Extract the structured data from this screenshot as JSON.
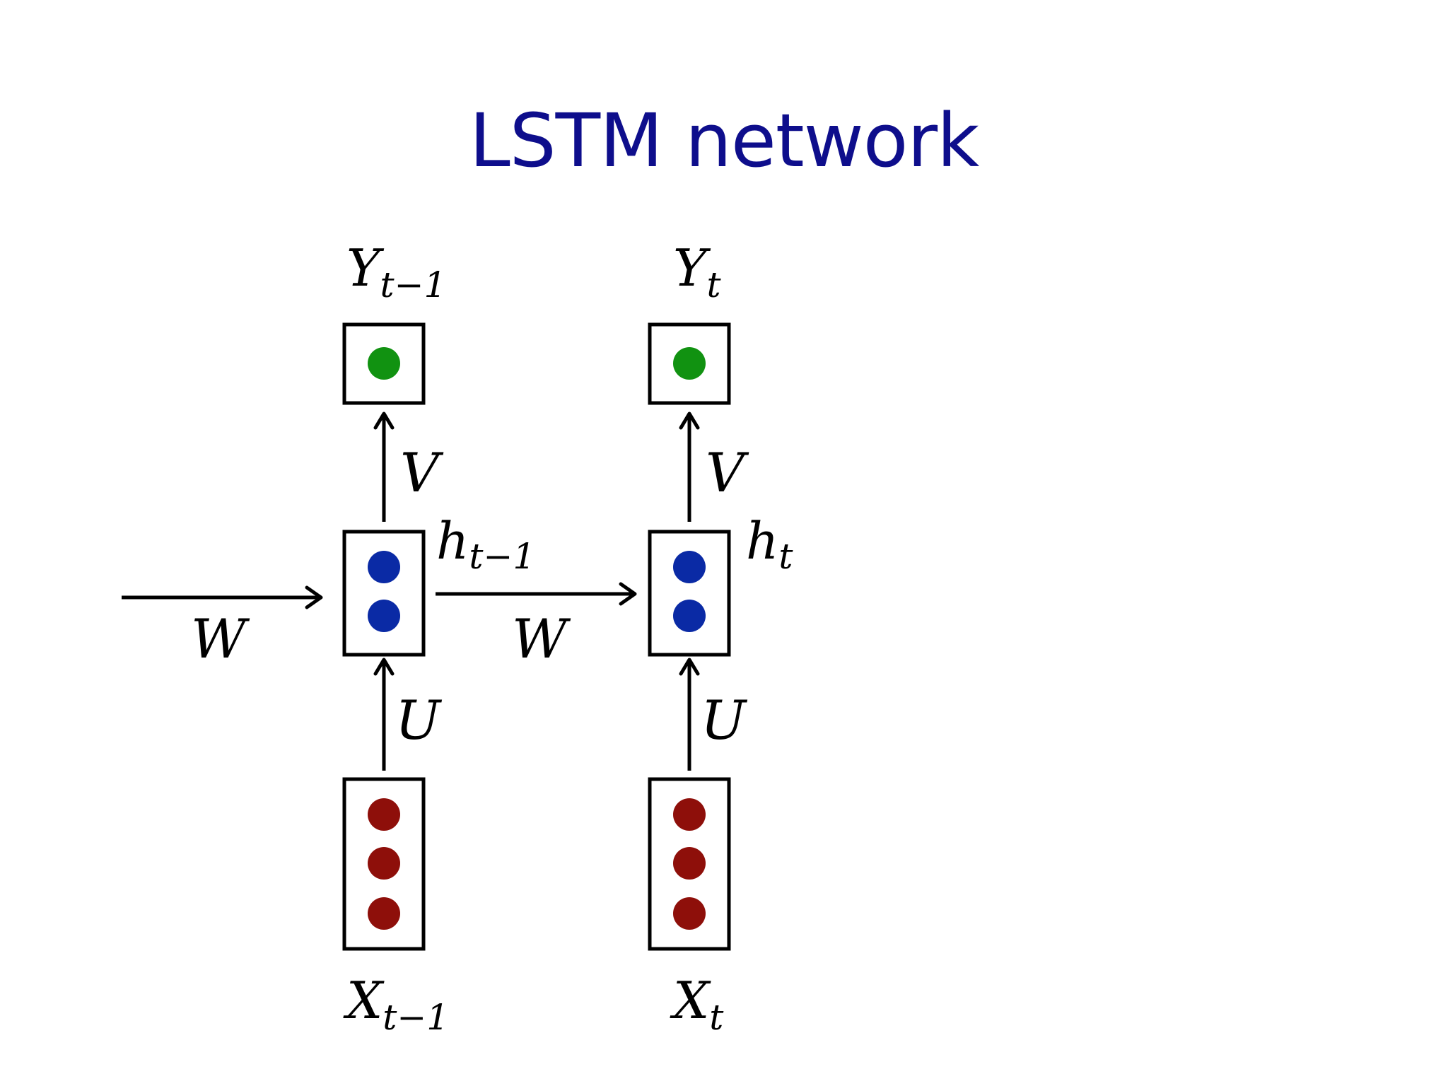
{
  "title": "LSTM network",
  "colors": {
    "title": "#0e0e8c",
    "output_unit": "#119211",
    "hidden_unit": "#0a2aa5",
    "input_unit": "#8e0f0a",
    "line": "#000000"
  },
  "units_per_node": {
    "output": 1,
    "hidden": 2,
    "input": 3
  },
  "timesteps": [
    {
      "output_label": "Y",
      "output_sub": "t−1",
      "hidden_label": "h",
      "hidden_sub": "t−1",
      "input_label": "X",
      "input_sub": "t−1"
    },
    {
      "output_label": "Y",
      "output_sub": "t",
      "hidden_label": "h",
      "hidden_sub": "t",
      "input_label": "X",
      "input_sub": "t"
    }
  ],
  "edge_labels": {
    "input_to_hidden": "U",
    "hidden_to_output": "V",
    "recurrent": "W"
  }
}
